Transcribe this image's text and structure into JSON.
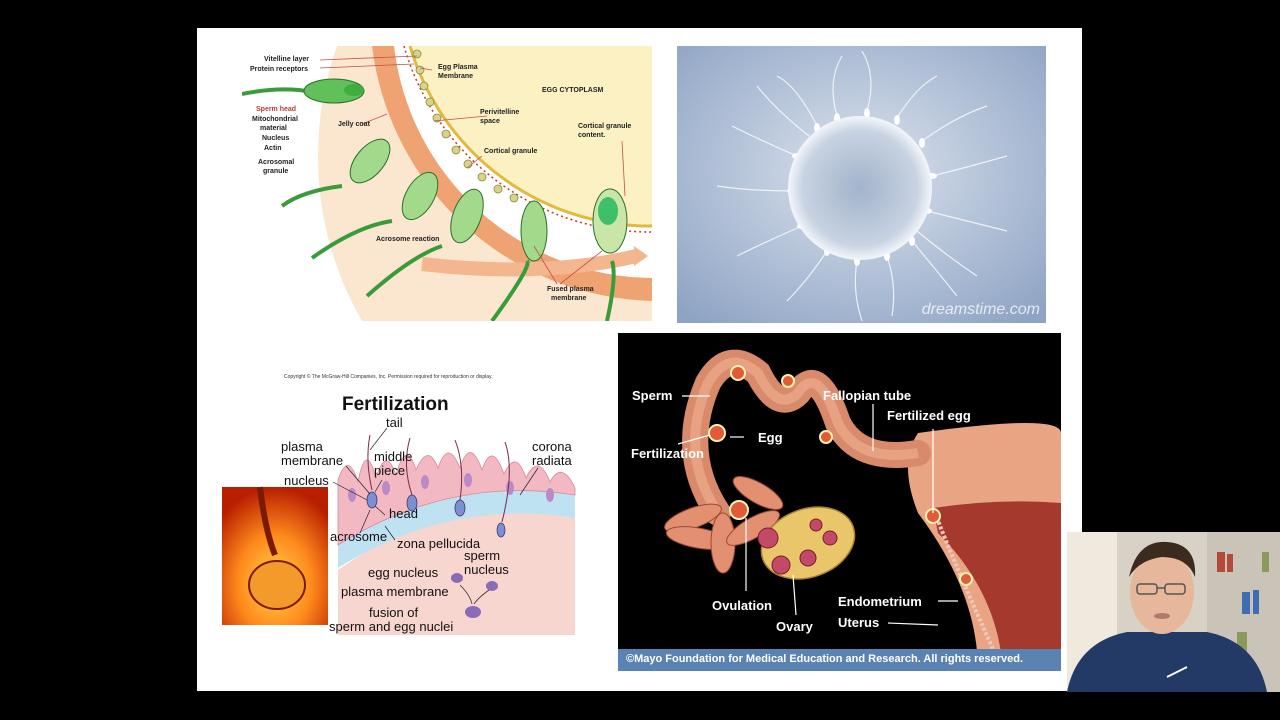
{
  "diagram1": {
    "labels": {
      "vitelline": "Vitelline layer",
      "receptors": "Protein receptors",
      "egg_membrane_1": "Egg Plasma",
      "egg_membrane_2": "Membrane",
      "cytoplasm": "EGG CYTOPLASM",
      "perivitelline_1": "Perivitelline",
      "perivitelline_2": "space",
      "sperm_head": "Sperm head",
      "mito_1": "Mitochondrial",
      "mito_2": "material",
      "nucleus": "Nucleus",
      "actin": "Actin",
      "acro_1": "Acrosomal",
      "acro_2": "granule",
      "jelly": "Jelly coat",
      "cortical": "Cortical granule",
      "cortical_content_1": "Cortical granule",
      "cortical_content_2": "content.",
      "acrosome_reaction": "Acrosome reaction",
      "fused_1": "Fused plasma",
      "fused_2": "membrane"
    }
  },
  "photo": {
    "watermark": "dreamstime.com"
  },
  "fertilization": {
    "copyright": "Copyright © The McGraw-Hill Companies, Inc. Permission required for reproduction or display.",
    "title": "Fertilization",
    "labels": {
      "tail": "tail",
      "plasma_membrane_1": "plasma",
      "plasma_membrane_2": "membrane",
      "middle_piece_1": "middle",
      "middle_piece_2": "piece",
      "nucleus": "nucleus",
      "head": "head",
      "acrosome": "acrosome",
      "zona": "zona pellucida",
      "corona_1": "corona",
      "corona_2": "radiata",
      "sperm_nucleus_1": "sperm",
      "sperm_nucleus_2": "nucleus",
      "egg_nucleus": "egg nucleus",
      "egg_plasma": "plasma membrane",
      "fusion_1": "fusion of",
      "fusion_2": "sperm and egg nuclei"
    }
  },
  "repro": {
    "labels": {
      "sperm": "Sperm",
      "egg": "Egg",
      "fertilization": "Fertilization",
      "fallopian": "Fallopian tube",
      "fertilized_egg": "Fertilized egg",
      "ovulation": "Ovulation",
      "ovary": "Ovary",
      "endometrium": "Endometrium",
      "uterus": "Uterus"
    },
    "copyright": "©Mayo Foundation for Medical Education and Research.  All rights reserved."
  }
}
